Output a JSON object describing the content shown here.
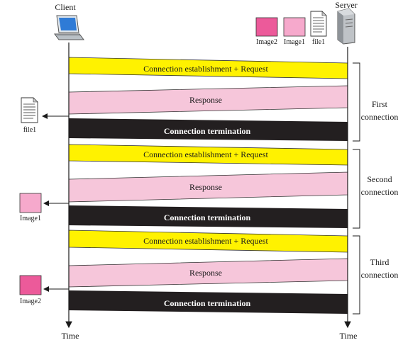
{
  "actors": {
    "client": "Client",
    "server": "Server"
  },
  "time_labels": {
    "client": "Time",
    "server": "Time"
  },
  "server_files": [
    "Image2",
    "Image1",
    "file1"
  ],
  "connections": [
    {
      "label_line1": "First",
      "label_line2": "connection",
      "request": "Connection establishment + Request",
      "response": "Response",
      "termination": "Connection termination",
      "received": "file1",
      "received_icon": "document-icon"
    },
    {
      "label_line1": "Second",
      "label_line2": "connection",
      "request": "Connection establishment + Request",
      "response": "Response",
      "termination": "Connection termination",
      "received": "Image1",
      "received_icon": "image-square-icon"
    },
    {
      "label_line1": "Third",
      "label_line2": "connection",
      "request": "Connection establishment + Request",
      "response": "Response",
      "termination": "Connection termination",
      "received": "Image2",
      "received_icon": "image-square-icon"
    }
  ],
  "colors": {
    "request": "#FFF200",
    "response": "#F6C6DA",
    "termination": "#231F20",
    "image1": "#F6A9CC",
    "image2": "#EC5A9A"
  }
}
